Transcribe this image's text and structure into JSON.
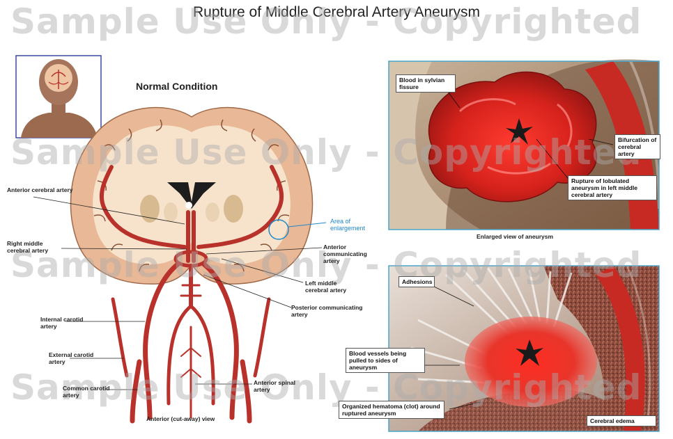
{
  "title": "Rupture of Middle Cerebral Artery Aneurysm",
  "watermark": "Sample Use Only - Copyrighted",
  "normal_heading": "Normal Condition",
  "anterior_view_caption": "Anterior (cut-away) view",
  "area_of_enlargement": "Area of enlargement",
  "left_labels": {
    "anterior_cerebral": "Anterior cerebral artery",
    "right_middle_cerebral": "Right middle cerebral artery",
    "internal_carotid": "Internal carotid artery",
    "external_carotid": "External carotid artery",
    "common_carotid": "Common carotid artery"
  },
  "right_labels": {
    "anterior_communicating": "Anterior communicating artery",
    "left_middle_cerebral": "Left middle cerebral artery",
    "posterior_communicating": "Posterior communicating artery",
    "anterior_spinal": "Anterior spinal artery"
  },
  "top_panel": {
    "caption": "Enlarged view of aneurysm",
    "blood_in_fissure": "Blood in sylvian fissure",
    "bifurcation": "Bifurcation of cerebral artery",
    "rupture": "Rupture of lobulated aneurysm in left middle cerebral artery"
  },
  "bottom_panel": {
    "adhesions": "Adhesions",
    "vessels_pulled": "Blood vessels being pulled to sides of aneurysm",
    "hematoma": "Organized hematoma (clot) around ruptured aneurysm",
    "edema": "Cerebral edema"
  },
  "colors": {
    "artery": "#b8312a",
    "brain_gray": "#e9b896",
    "brain_white": "#f7e3cc",
    "skin": "#9c6a4e",
    "panel_border": "#4aa6c9",
    "blood": "#d42a25",
    "accent_blue": "#1e88c8"
  }
}
